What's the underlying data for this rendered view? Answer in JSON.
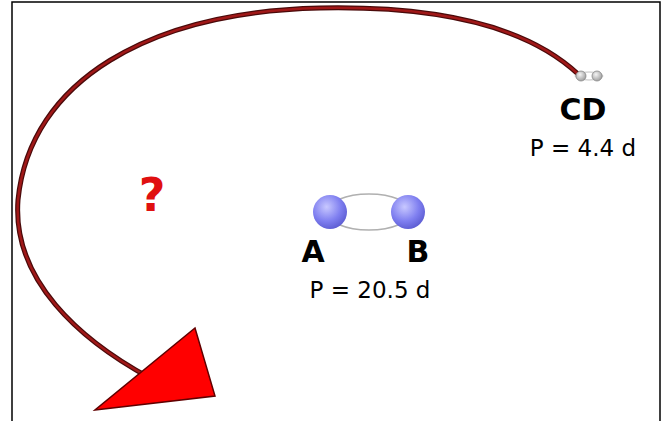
{
  "diagram": {
    "labels": [
      "CD",
      "P = 4.4 d",
      "?",
      "A",
      "B",
      "P = 20.5 d"
    ]
  }
}
